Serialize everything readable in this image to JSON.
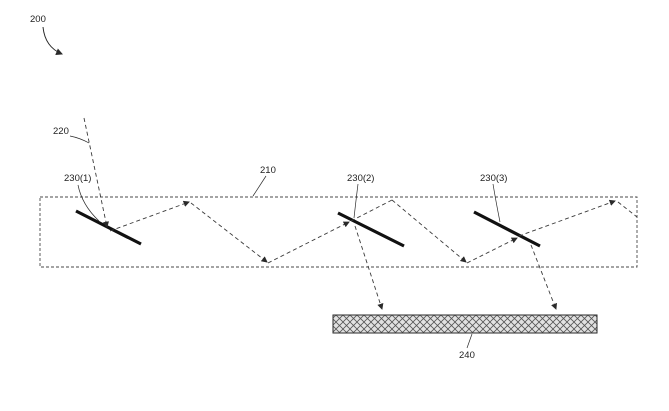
{
  "figure": {
    "type": "patent-style optical waveguide diagram",
    "labels": {
      "ref_200": "200",
      "ref_220": "220",
      "ref_230_1": "230(1)",
      "ref_210": "210",
      "ref_230_2": "230(2)",
      "ref_230_3": "230(3)",
      "ref_240": "240"
    },
    "colors": {
      "background": "#ffffff",
      "line": "#2a2a2a",
      "ray": "#3a3a3a",
      "hatch_fill": "#e2e2e2",
      "hatch_line": "#555555"
    }
  }
}
